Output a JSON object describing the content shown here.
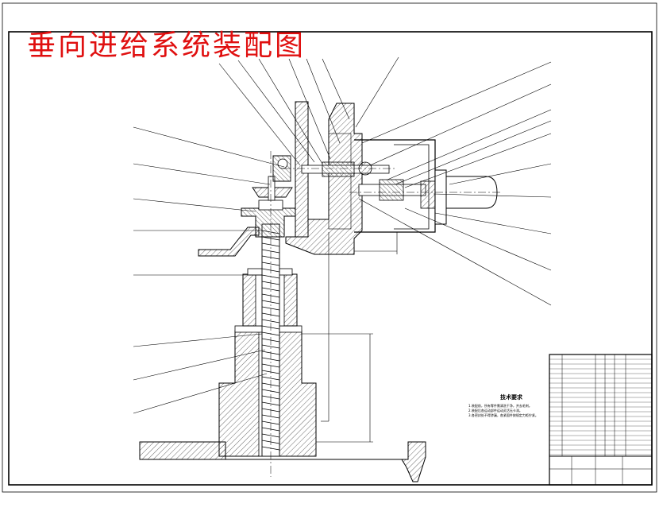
{
  "drawing": {
    "title": "垂向进给系统装配图",
    "tech_requirements_title": "技术要求",
    "tech_requirements_lines": [
      "1.装配前，所有零件需清洗干净，并去毛刺。",
      "2.装配后各运动部件运动灵活无卡滞。",
      "3.各密封处不得渗漏，各紧固件按规定力矩拧紧。"
    ]
  },
  "colors": {
    "title_red": "#e01010",
    "line": "#000000",
    "hatch": "#555555"
  }
}
